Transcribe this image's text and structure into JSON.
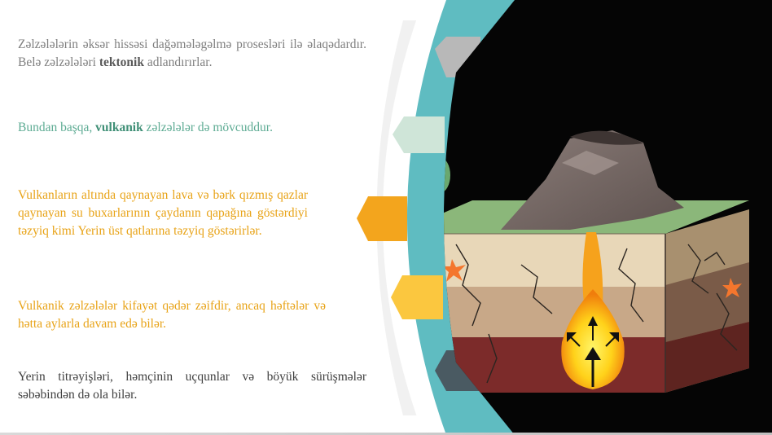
{
  "paragraphs": [
    {
      "before": "Zəlzələlərin əksər hissəsi dağəmələgəlmə prosesləri ilə əlaqədardır. Belə zəlzələləri ",
      "bold": "tektonik",
      "after": " adlandırırlar."
    },
    {
      "before": "Bundan başqa, ",
      "bold": "vulkanik",
      "after": " zəlzələlər də mövcuddur."
    },
    {
      "text": "Vulkanların altında qaynayan lava və bərk qızmış qazlar qaynayan su buxarlarının çaydanın qapağına göstərdiyi təzyiq kimi Yerin üst qatlarına təzyiq göstərirlər."
    },
    {
      "text": "Vulkanik zəlzələlər kifayət qədər zəifdir, ancaq həftələr və hətta aylarla davam edə bilər."
    },
    {
      "text": "Yerin titrəyişləri, həmçinin uçqunlar və böyük sürüşmələr səbəbindən də ola bilər."
    }
  ],
  "colors": {
    "teal_band": "#5fbcc1",
    "marker_gray": "#b8b8b8",
    "marker_mint": "#cfe5d8",
    "marker_orange": "#f3a51d",
    "marker_yellow": "#fbc73f",
    "marker_dark": "#4a5a62",
    "image_bg": "#050505"
  },
  "illustration": {
    "subject": "volcano-cross-section",
    "layers": [
      "grass",
      "sand",
      "clay",
      "magma-chamber"
    ]
  }
}
